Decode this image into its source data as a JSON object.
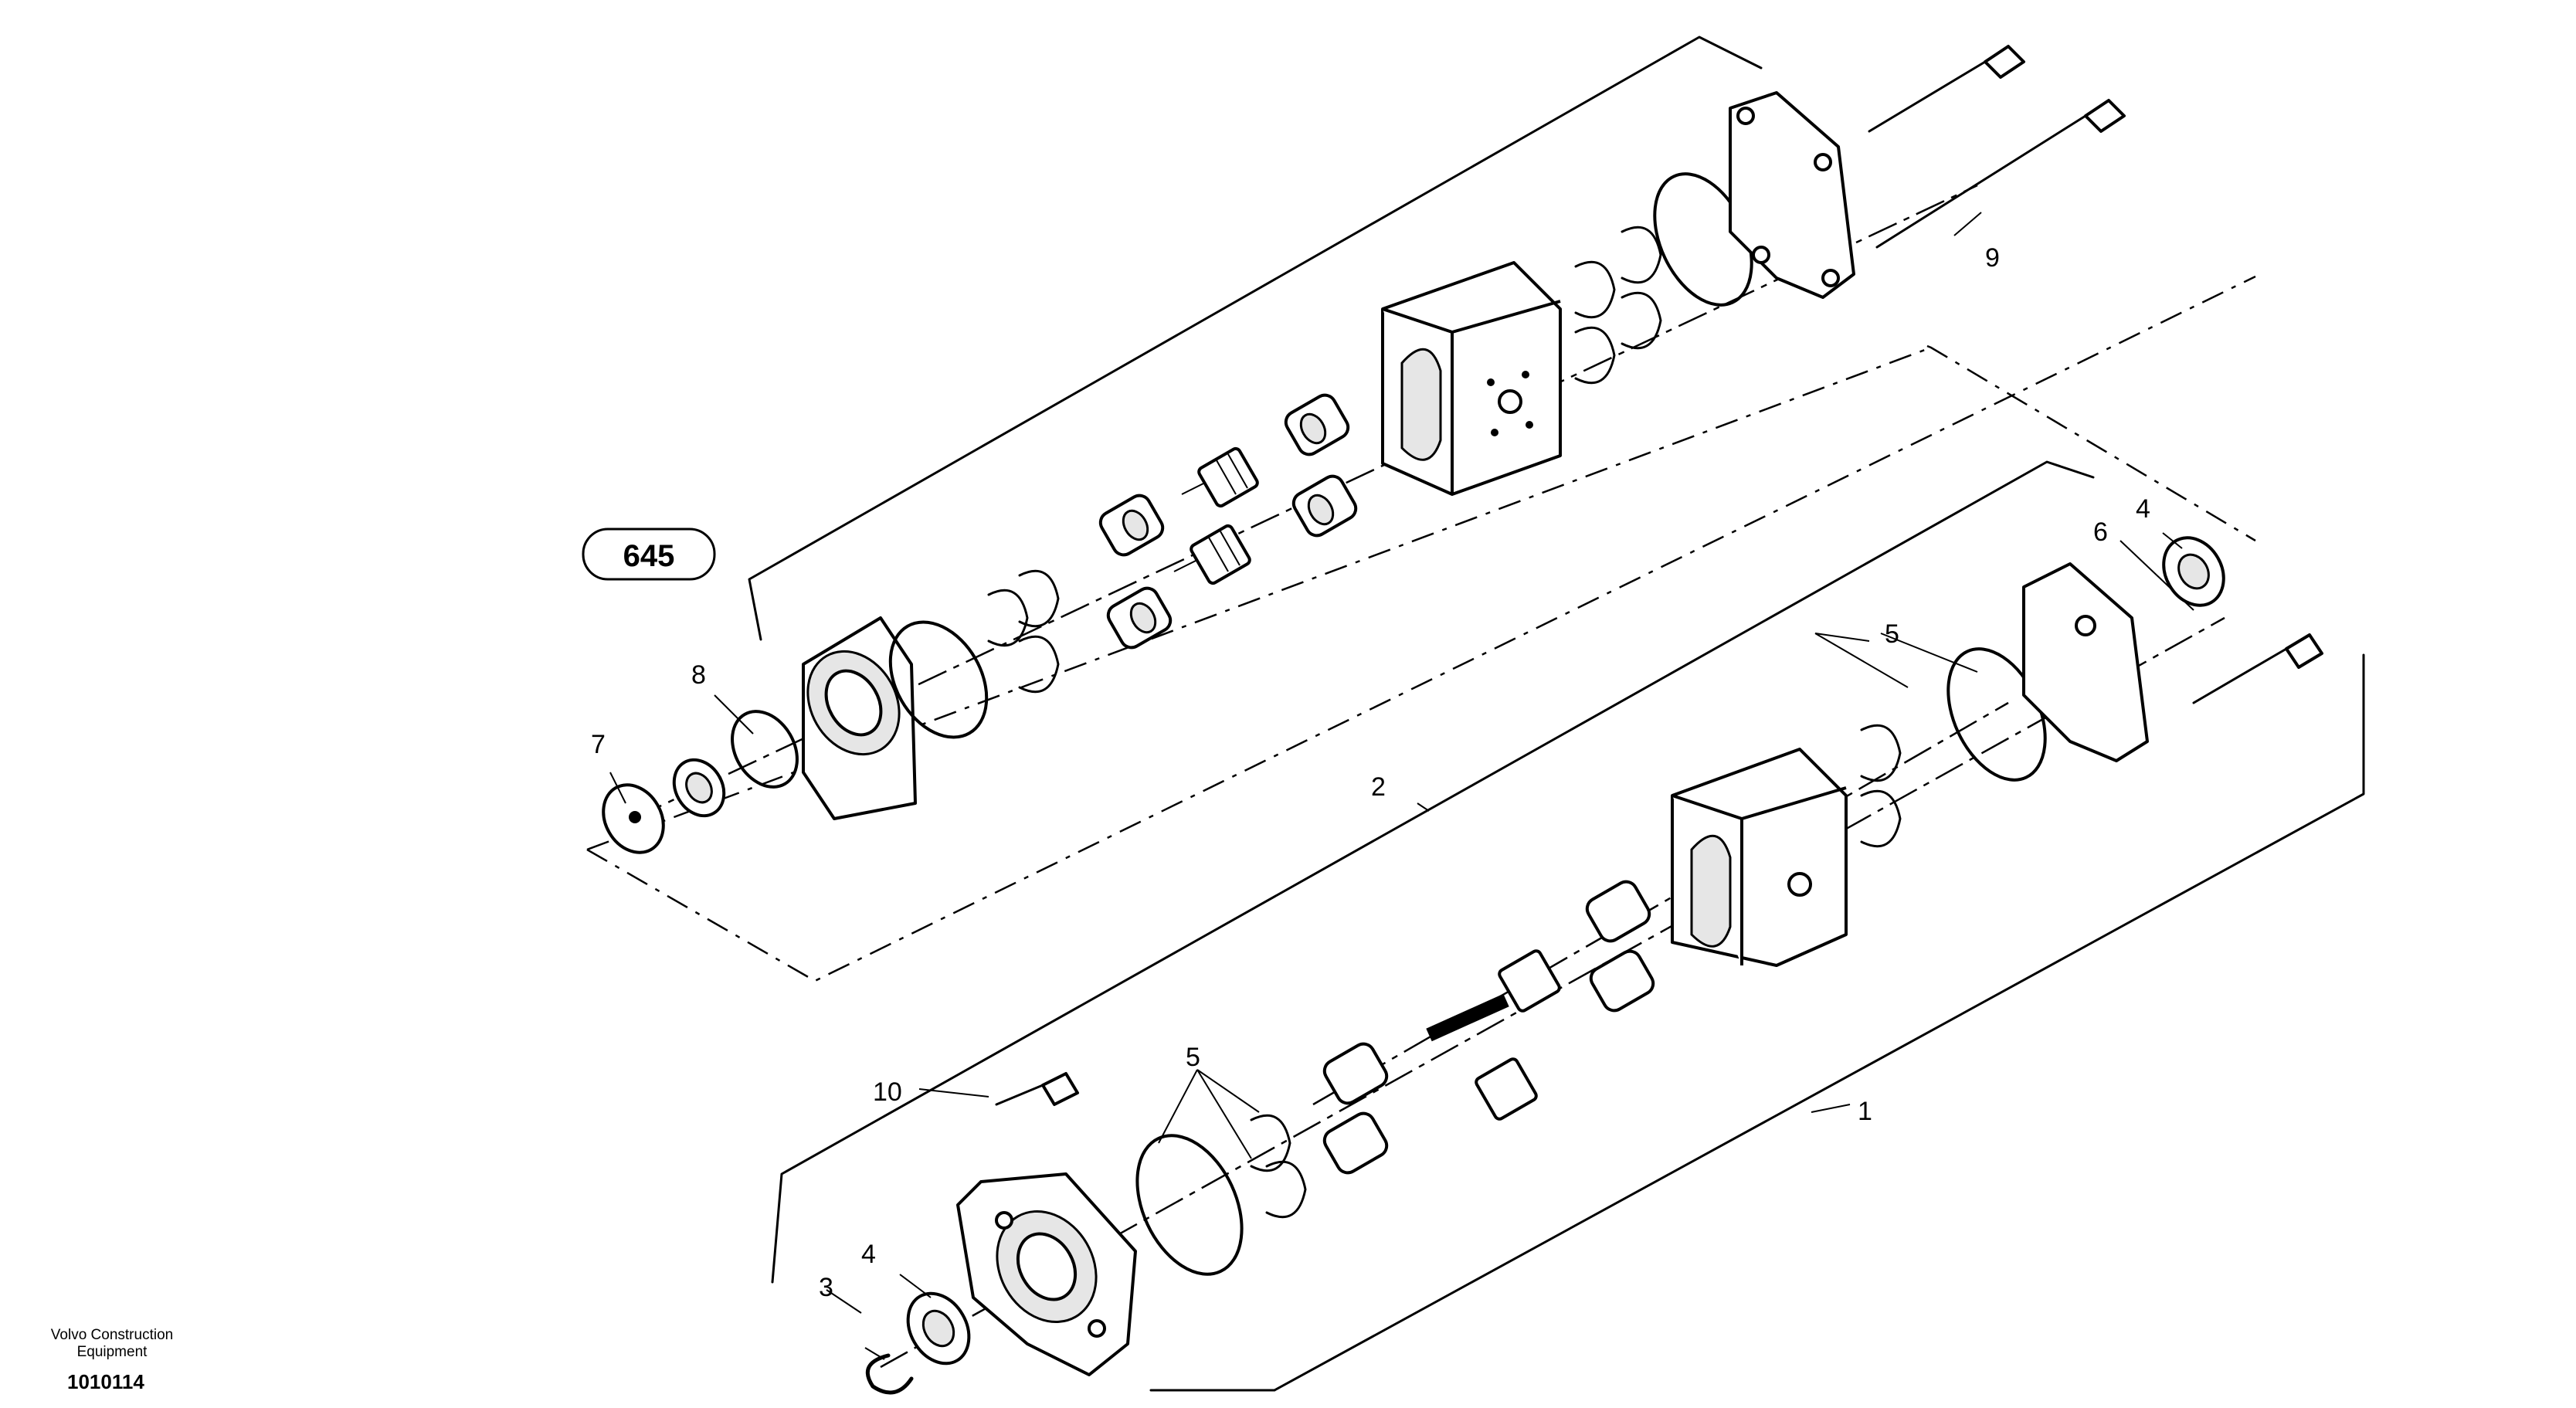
{
  "diagram": {
    "reference_label": "645",
    "part_numbers": [
      "1",
      "2",
      "3",
      "4",
      "4",
      "5",
      "5",
      "6",
      "7",
      "8",
      "9",
      "10"
    ]
  },
  "footer": {
    "brand_line1": "Volvo Construction",
    "brand_line2": "Equipment",
    "code": "1010114"
  }
}
